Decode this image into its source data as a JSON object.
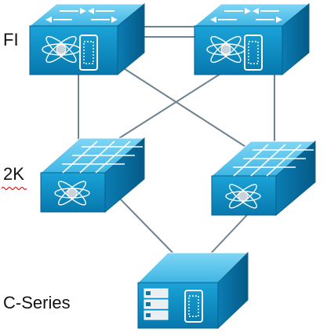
{
  "labels": {
    "fi": "FI",
    "twok": "2K",
    "cseries": "C-Series"
  },
  "colors": {
    "top_face": "#5cc8ee",
    "front_face": "#0a8ec4",
    "side_face": "#066a9a",
    "edge": "#0b5f8a",
    "link": "#6e8390",
    "label": "#111111",
    "spellcheck": "#d02020"
  },
  "nodes": [
    {
      "id": "fi-a",
      "tier": "fi",
      "icon": "fabric-interconnect-icon"
    },
    {
      "id": "fi-b",
      "tier": "fi",
      "icon": "fabric-interconnect-icon"
    },
    {
      "id": "fex-a",
      "tier": "2k",
      "icon": "fabric-extender-icon"
    },
    {
      "id": "fex-b",
      "tier": "2k",
      "icon": "fabric-extender-icon"
    },
    {
      "id": "server",
      "tier": "cseries",
      "icon": "rack-server-icon"
    }
  ],
  "links": [
    [
      "fi-a",
      "fi-b"
    ],
    [
      "fi-a",
      "fi-b"
    ],
    [
      "fi-a",
      "fex-a"
    ],
    [
      "fi-a",
      "fex-b"
    ],
    [
      "fi-b",
      "fex-a"
    ],
    [
      "fi-b",
      "fex-b"
    ],
    [
      "fex-a",
      "server"
    ],
    [
      "fex-b",
      "server"
    ]
  ]
}
